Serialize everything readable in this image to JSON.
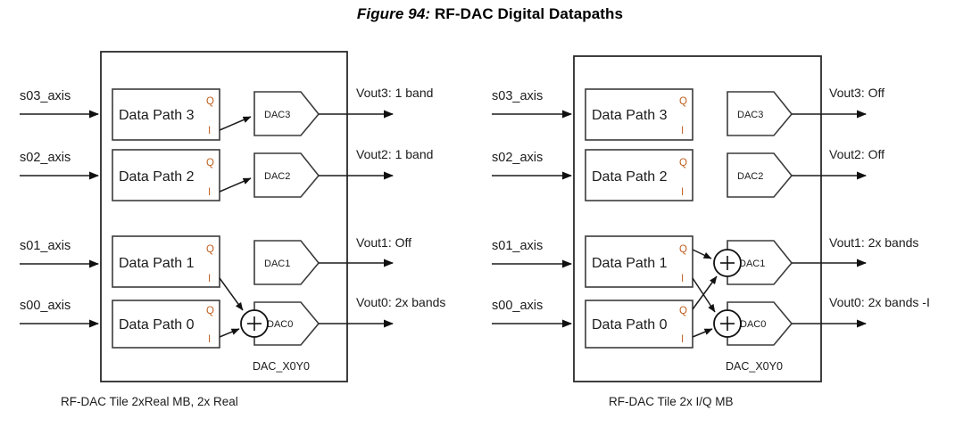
{
  "figure": {
    "number_label": "Figure 94:",
    "title": "RF-DAC Digital Datapaths"
  },
  "colors": {
    "qi_label": "#c06020",
    "line": "#1b1b1b",
    "box_stroke": "#3b3b3b",
    "tile_stroke": "#2a2a2a",
    "background": "#ffffff"
  },
  "tiles": [
    {
      "id": "left",
      "tile_id_label": "DAC_X0Y0",
      "caption": "RF-DAC Tile 2xReal MB, 2x Real",
      "rows": [
        {
          "input_label": "s03_axis",
          "datapath_label": "Data Path 3",
          "q_label": "Q",
          "i_label": "I",
          "dac_label": "DAC3",
          "output_label": "Vout3: 1 band",
          "has_adder": false
        },
        {
          "input_label": "s02_axis",
          "datapath_label": "Data Path 2",
          "q_label": "Q",
          "i_label": "I",
          "dac_label": "DAC2",
          "output_label": "Vout2: 1 band",
          "has_adder": false
        },
        {
          "input_label": "s01_axis",
          "datapath_label": "Data Path 1",
          "q_label": "Q",
          "i_label": "I",
          "dac_label": "DAC1",
          "output_label": "Vout1: Off",
          "has_adder": false
        },
        {
          "input_label": "s00_axis",
          "datapath_label": "Data Path 0",
          "q_label": "Q",
          "i_label": "I",
          "dac_label": "DAC0",
          "output_label": "Vout0: 2x bands",
          "has_adder": true
        }
      ]
    },
    {
      "id": "right",
      "tile_id_label": "DAC_X0Y0",
      "caption": "RF-DAC Tile 2x I/Q MB",
      "rows": [
        {
          "input_label": "s03_axis",
          "datapath_label": "Data Path 3",
          "q_label": "Q",
          "i_label": "I",
          "dac_label": "DAC3",
          "output_label": "Vout3: Off",
          "has_adder": false
        },
        {
          "input_label": "s02_axis",
          "datapath_label": "Data Path 2",
          "q_label": "Q",
          "i_label": "I",
          "dac_label": "DAC2",
          "output_label": "Vout2: Off",
          "has_adder": false
        },
        {
          "input_label": "s01_axis",
          "datapath_label": "Data Path 1",
          "q_label": "Q",
          "i_label": "I",
          "dac_label": "DAC1",
          "output_label": "Vout1: 2x bands",
          "has_adder": true
        },
        {
          "input_label": "s00_axis",
          "datapath_label": "Data Path 0",
          "q_label": "Q",
          "i_label": "I",
          "dac_label": "DAC0",
          "output_label": "Vout0: 2x bands -I",
          "has_adder": true
        }
      ]
    }
  ]
}
